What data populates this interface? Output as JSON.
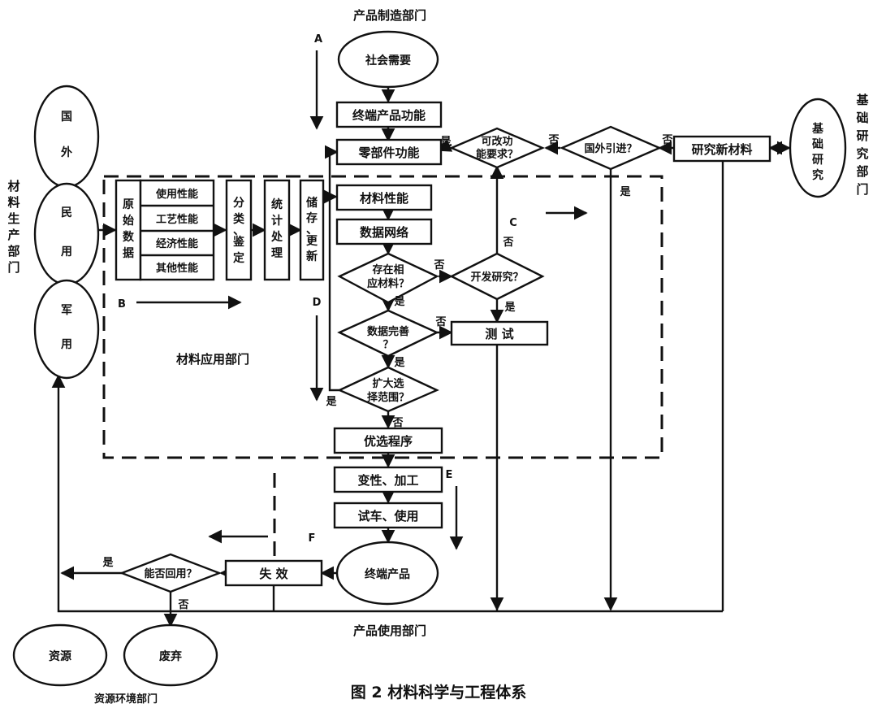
{
  "nodes": {
    "social_need": "社会需要",
    "end_product_function": "终端产品功能",
    "part_function": "零部件功能",
    "can_change_req": "可改功能要求？",
    "foreign_import": "国外引进？",
    "research_new_material": "研究新材料",
    "basic_research": "基础研究",
    "foreign": "国外",
    "civil": "民用",
    "military": "军用",
    "raw_data": "原始数据",
    "usage_perf": "使用性能",
    "process_perf": "工艺性能",
    "econ_perf": "经济性能",
    "other_perf": "其他性能",
    "classify": "分类、鉴定",
    "statistics": "统计处理",
    "store_update": "储存、更新",
    "material_perf": "材料性能",
    "data_network": "数据网络",
    "has_material": "存在相应材料？",
    "dev_research": "开发研究？",
    "data_complete": "数据完善？",
    "test": "测 试",
    "expand_range": "扩大选择范围？",
    "optimize": "优选程序",
    "modify_process": "变性、加工",
    "trial_use": "试车、使用",
    "end_product": "终端产品",
    "failure": "失 效",
    "reusable": "能否回用？",
    "resource": "资源",
    "discard": "废弃"
  },
  "departments": {
    "manufacturing": "产品制造部门",
    "material_production": "材料生产部门",
    "basic_research_dept": "基础研究部门",
    "application": "材料应用部门",
    "product_use": "产品使用部门",
    "resource_env": "资源环境部门"
  },
  "letters": {
    "a": "A",
    "b": "B",
    "c": "C",
    "d": "D",
    "e": "E",
    "f": "F"
  },
  "yes": "是",
  "no": "否",
  "caption": "图 2  材料科学与工程体系"
}
